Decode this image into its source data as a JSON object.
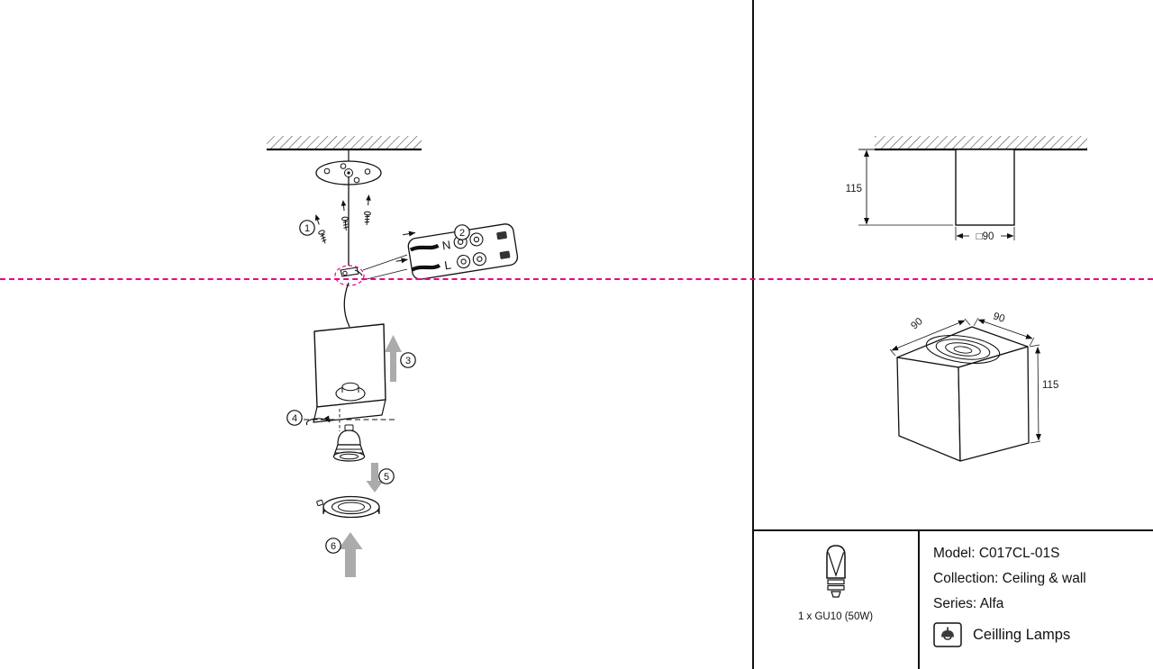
{
  "colors": {
    "line": "#111111",
    "arrow_gray": "#ababab",
    "dashed_magenta": "#ec008c"
  },
  "assembly": {
    "step_labels": {
      "s1": "1",
      "s2": "2",
      "s3": "3",
      "s4": "4",
      "s5": "5",
      "s6": "6"
    },
    "connector_labels": {
      "n": "N",
      "l": "L"
    }
  },
  "front_view": {
    "height_label": "115",
    "width_label": "□90"
  },
  "perspective_view": {
    "top_label": "90",
    "side_label": "90",
    "height_label": "115"
  },
  "spec_table": {
    "lamp_count_label": "1 x GU10 (50W)",
    "model_line": "Model: C017CL-01S",
    "collection_line": "Collection: Ceiling & wall",
    "series_line": "Series: Alfa",
    "category_label": "Ceilling Lamps"
  }
}
